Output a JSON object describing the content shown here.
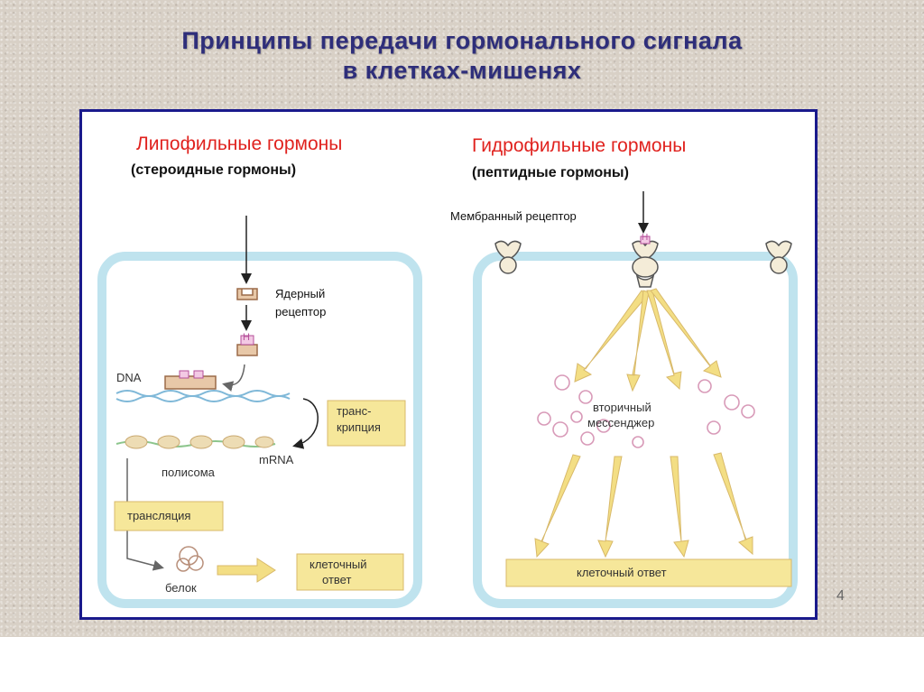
{
  "title": {
    "line1": "Принципы передачи гормонального сигнала",
    "line2": "в клетках-мишенях"
  },
  "left": {
    "heading": "Липофильные гормоны",
    "subheading": "(стероидные гормоны)",
    "nuclear_receptor_1": "Ядерный",
    "nuclear_receptor_2": "рецептор",
    "dna": "DNA",
    "transcription_1": "транс-",
    "transcription_2": "крипция",
    "polysome": "полисома",
    "mrna": "mRNA",
    "translation": "трансляция",
    "protein": "белок",
    "cell_response_1": "клеточный",
    "cell_response_2": "ответ",
    "hormone_symbol": "H"
  },
  "right": {
    "heading": "Гидрофильные гормоны",
    "subheading": "(пептидные гормоны)",
    "membrane_receptor": "Мембранный рецептор",
    "second_messenger_1": "вторичный",
    "second_messenger_2": "мессенджер",
    "cell_response": "клеточный ответ",
    "hormone_symbol": "H"
  },
  "page_number": "4",
  "colors": {
    "title": "#2e2e7a",
    "heading": "#e0221e",
    "frame": "#1a1a8c",
    "cell_membrane": "#bfe3ee",
    "label_box": "#f6e79a",
    "arrow_fill": "#f3de84"
  }
}
